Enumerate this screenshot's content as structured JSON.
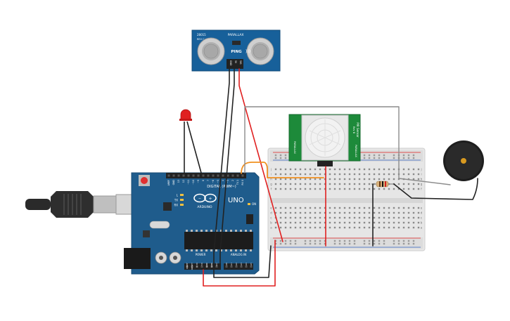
{
  "ultrasonic": {
    "brand": "PARALLAX",
    "model": "PING",
    "board_code": "28015",
    "board_rev": "REV C",
    "pins": [
      "GND",
      "5V",
      "SIG"
    ]
  },
  "pir": {
    "title": "PIR Sensor",
    "rev": "Rev B",
    "right_label": "PARALLAX",
    "left_label": "PARALLAX"
  },
  "arduino": {
    "name": "UNO",
    "brand": "ARDUINO",
    "header_digital": "DIGITAL (PWM~)",
    "header_power": "POWER",
    "header_analog": "ANALOG IN",
    "leds": [
      "L",
      "TX",
      "RX"
    ],
    "on_label": "ON",
    "top_pins": [
      "AREF",
      "GND",
      "13",
      "12",
      "~11",
      "~10",
      "~9",
      "8",
      "7",
      "~6",
      "~5",
      "4",
      "~3",
      "2",
      "TX 1",
      "RX 0"
    ],
    "power_pins": [
      "IOREF",
      "RESET",
      "3.3V",
      "5V",
      "GND",
      "GND",
      "Vin"
    ],
    "analog_pins": [
      "A0",
      "A1",
      "A2",
      "A3",
      "A4",
      "A5"
    ]
  },
  "breadboard": {
    "row_labels_top": [
      "j",
      "i",
      "h",
      "g",
      "f"
    ],
    "row_labels_bottom": [
      "e",
      "d",
      "c",
      "b",
      "a"
    ]
  },
  "colors": {
    "arduino_blue": "#1f5c8c",
    "breadboard": "#e8e8e8",
    "pcb_green": "#1d8a3a",
    "sensor_blue": "#17609a",
    "wire_red": "#e02020",
    "wire_black": "#222222",
    "wire_orange": "#f09020",
    "wire_gray": "#8c8c8c"
  }
}
